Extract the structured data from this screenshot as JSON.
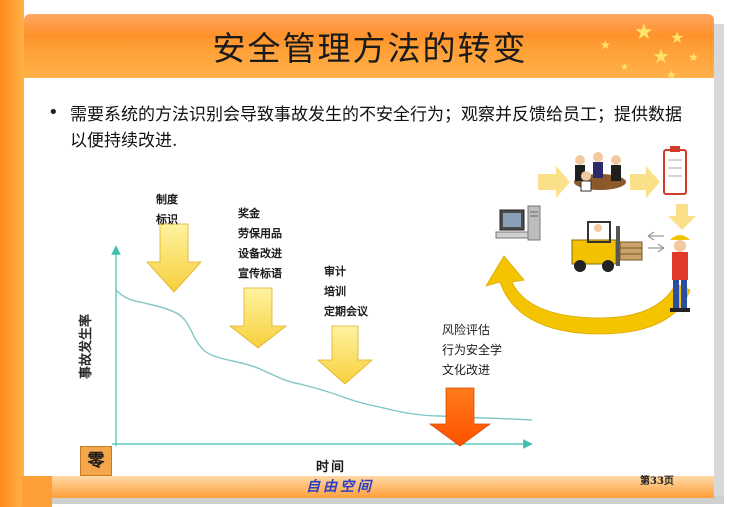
{
  "slide": {
    "title": "安全管理方法的转变",
    "bullet": "需要系统的方法识别会导致事故发生的不安全行为；观察并反馈给员工；提供数据以便持续改进.",
    "footer_logo": "自由空间",
    "page_number": "第33页"
  },
  "chart": {
    "ylabel": "事故发生率",
    "xlabel": "时间",
    "zero_label": "零",
    "stages": [
      {
        "lines": [
          "制度",
          "标识"
        ]
      },
      {
        "lines": [
          "奖金",
          "劳保用品",
          "设备改进",
          "宣传标语"
        ]
      },
      {
        "lines": [
          "审计",
          "培训",
          "定期会议"
        ]
      },
      {
        "lines": [
          "风险评估",
          "行为安全学",
          "文化改进"
        ]
      }
    ]
  },
  "colors": {
    "header_orange": "#ff8a1e",
    "arrow_yellow": "#ffe066",
    "arrow_orange": "#ff6a10",
    "curve": "#7fc6c6",
    "axis": "#3fbfae",
    "cycle_arrow": "#f5c400"
  },
  "icons": [
    "computer-icon",
    "meeting-people-icon",
    "clipboard-icon",
    "forklift-icon",
    "worker-icon",
    "cycle-arrow-icon",
    "star-icon"
  ]
}
